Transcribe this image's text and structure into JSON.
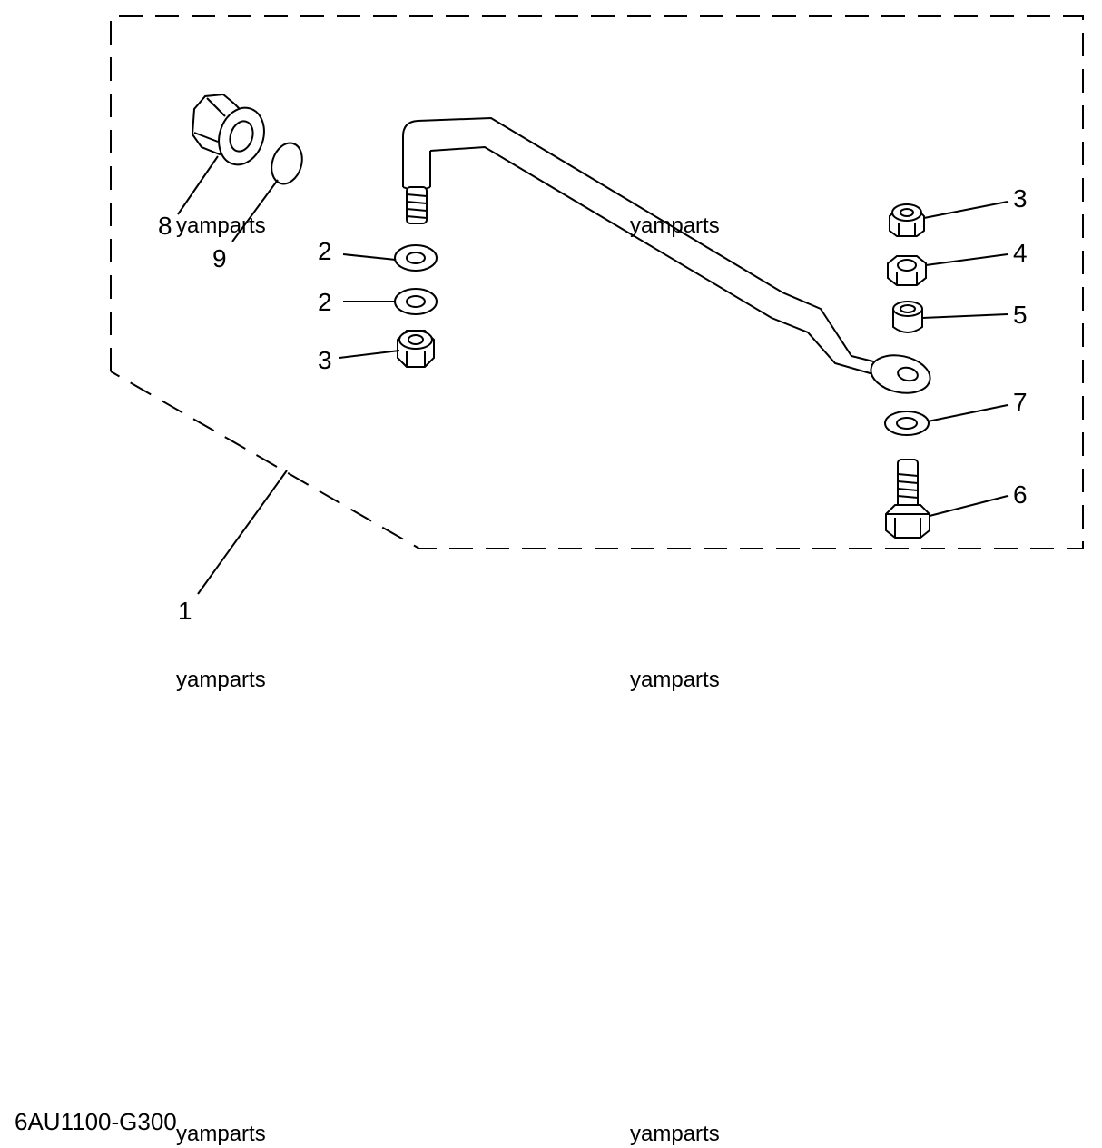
{
  "diagram": {
    "drawing_code": "6AU1100-G300",
    "watermark": "yamparts",
    "callouts": {
      "c1": "1",
      "c2a": "2",
      "c2b": "2",
      "c3a": "3",
      "c3b": "3",
      "c4": "4",
      "c5": "5",
      "c6": "6",
      "c7": "7",
      "c8": "8",
      "c9": "9"
    }
  }
}
